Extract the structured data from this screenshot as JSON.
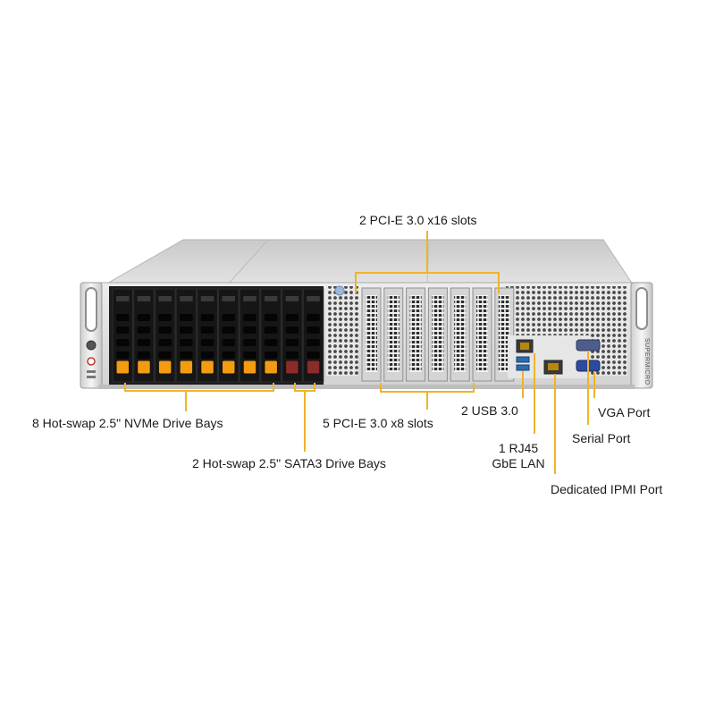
{
  "callouts": {
    "pcie_x16": "2 PCI-E 3.0 x16 slots",
    "nvme_bays": "8 Hot-swap 2.5\" NVMe Drive Bays",
    "pcie_x8": "5 PCI-E 3.0 x8 slots",
    "usb": "2 USB 3.0",
    "vga": "VGA Port",
    "serial": "Serial Port",
    "rj45_line1": "1 RJ45",
    "rj45_line2": "GbE LAN",
    "sata_bays": "2 Hot-swap 2.5\" SATA3 Drive Bays",
    "ipmi": "Dedicated IPMI Port"
  },
  "brand": {
    "rack_ear_logo": "SUPERMICRO"
  },
  "colors": {
    "callout_line": "#f0b429",
    "chassis": "#d9d9d9",
    "drive_tray": "#161616",
    "nvme_tab": "#f39c12",
    "sata_tab": "#8b2b2b"
  },
  "drive_bays": {
    "nvme_count": 8,
    "sata_count": 2
  }
}
